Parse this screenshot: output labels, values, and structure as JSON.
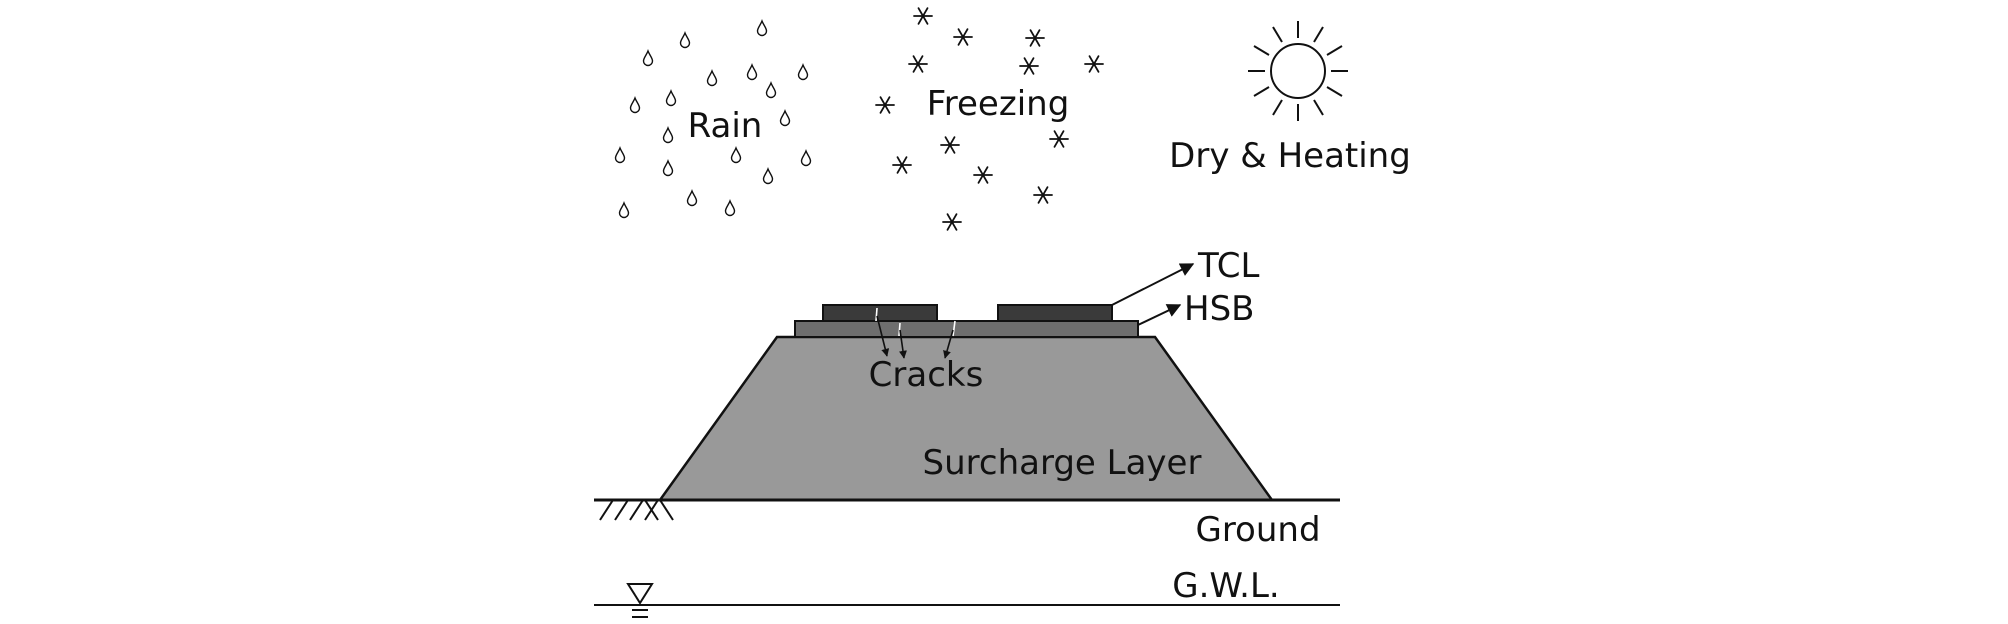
{
  "labels": {
    "rain": "Rain",
    "freezing": "Freezing",
    "dry_heating": "Dry & Heating",
    "tcl": "TCL",
    "hsb": "HSB",
    "cracks": "Cracks",
    "surcharge": "Surcharge Layer",
    "ground": "Ground",
    "gwl": "G.W.L."
  },
  "colors": {
    "surcharge_fill": "#999999",
    "hsb_fill": "#6e6e6e",
    "tcl_fill": "#3a3a3a",
    "line": "#111111"
  },
  "icons": {
    "rain": "raindrop-icon",
    "freezing": "snowflake-icon",
    "dry_heating": "sun-icon",
    "water_table": "water-table-triangle-icon",
    "ground": "ground-hatch-icon"
  }
}
